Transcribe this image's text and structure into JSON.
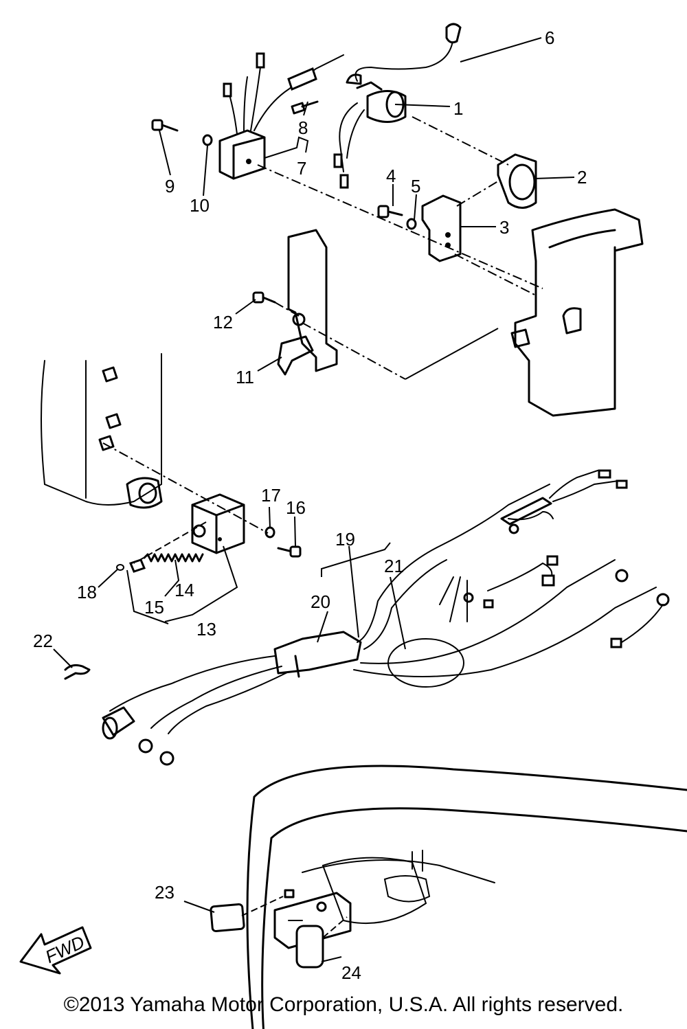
{
  "callouts": [
    "1",
    "2",
    "3",
    "4",
    "5",
    "6",
    "7",
    "8",
    "9",
    "10",
    "11",
    "12",
    "13",
    "14",
    "15",
    "16",
    "17",
    "18",
    "19",
    "20",
    "21",
    "22",
    "23",
    "24"
  ],
  "direction_arrow": "FWD",
  "copyright": "©2013 Yamaha Motor Corporation, U.S.A. All rights reserved."
}
